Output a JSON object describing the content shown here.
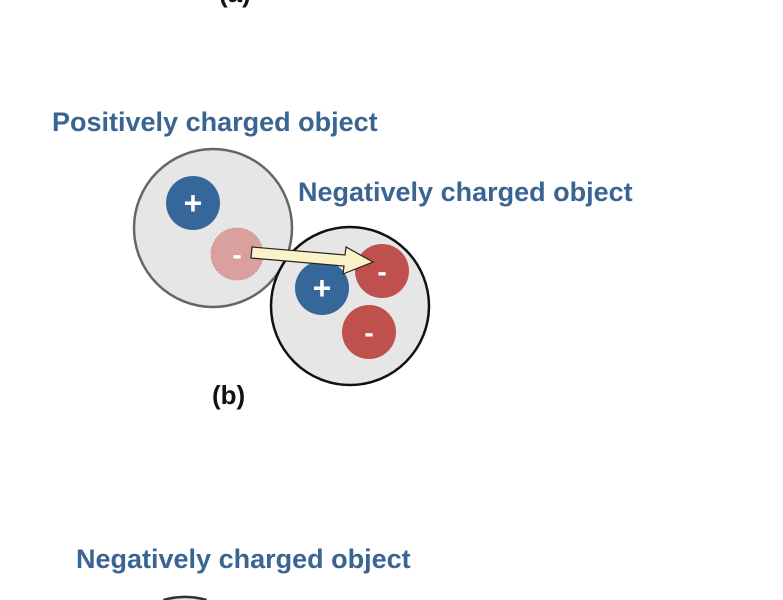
{
  "labels": {
    "panel_a": "(a)",
    "panel_b": "(b)",
    "positive_object": "Positively charged object",
    "negative_object_b": "Negatively charged object",
    "negative_object_c": "Negatively charged object"
  },
  "symbols": {
    "plus": "+",
    "minus": "-"
  },
  "colors": {
    "text_blue": "#3a6491",
    "proton_blue": "#35679a",
    "electron_red": "#c0504d",
    "faded_electron": "#d9a09e",
    "object_fill": "#e6e6e6",
    "arrow_fill": "#faf3c8"
  }
}
